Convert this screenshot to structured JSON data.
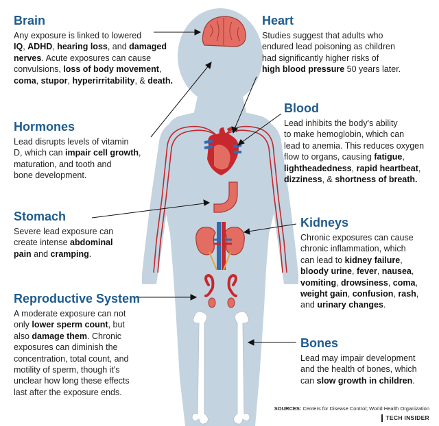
{
  "brain": {
    "title": "Brain",
    "lines": [
      [
        [
          "Any exposure is linked to lowered",
          0
        ]
      ],
      [
        [
          "IQ",
          1
        ],
        [
          ", ",
          0
        ],
        [
          "ADHD",
          1
        ],
        [
          ", ",
          0
        ],
        [
          "hearing loss",
          1
        ],
        [
          ", and ",
          0
        ],
        [
          "damaged",
          1
        ]
      ],
      [
        [
          "nerves",
          1
        ],
        [
          ". Acute exposures can cause",
          0
        ]
      ],
      [
        [
          "convulsions, ",
          0
        ],
        [
          "loss of body movement",
          1
        ],
        [
          ",",
          0
        ]
      ],
      [
        [
          "coma",
          1
        ],
        [
          ", ",
          0
        ],
        [
          "stupor",
          1
        ],
        [
          ", ",
          0
        ],
        [
          "hyperirritability",
          1
        ],
        [
          ", & ",
          0
        ],
        [
          "death.",
          1
        ]
      ]
    ]
  },
  "heart": {
    "title": "Heart",
    "lines": [
      [
        [
          "Studies suggest that adults who",
          0
        ]
      ],
      [
        [
          "endured lead poisoning as children",
          0
        ]
      ],
      [
        [
          "had significantly higher risks of",
          0
        ]
      ],
      [
        [
          "high blood pressure",
          1
        ],
        [
          " 50 years later.",
          0
        ]
      ]
    ]
  },
  "blood": {
    "title": "Blood",
    "lines": [
      [
        [
          "Lead inhibits the body's ability",
          0
        ]
      ],
      [
        [
          "to make hemoglobin, which can",
          0
        ]
      ],
      [
        [
          "lead to anemia. This reduces oxygen",
          0
        ]
      ],
      [
        [
          "flow to organs, causing ",
          0
        ],
        [
          "fatigue",
          1
        ],
        [
          ",",
          0
        ]
      ],
      [
        [
          "lightheadedness",
          1
        ],
        [
          ", ",
          0
        ],
        [
          "rapid heartbeat",
          1
        ],
        [
          ",",
          0
        ]
      ],
      [
        [
          "dizziness",
          1
        ],
        [
          ", & ",
          0
        ],
        [
          "shortness of breath.",
          1
        ]
      ]
    ]
  },
  "hormones": {
    "title": "Hormones",
    "lines": [
      [
        [
          "Lead disrupts levels of vitamin",
          0
        ]
      ],
      [
        [
          "D, which can ",
          0
        ],
        [
          "impair cell growth",
          1
        ],
        [
          ",",
          0
        ]
      ],
      [
        [
          "maturation, and tooth and",
          0
        ]
      ],
      [
        [
          "bone development.",
          0
        ]
      ]
    ]
  },
  "stomach": {
    "title": "Stomach",
    "lines": [
      [
        [
          "Severe lead exposure can",
          0
        ]
      ],
      [
        [
          "create intense ",
          0
        ],
        [
          "abdominal",
          1
        ]
      ],
      [
        [
          "pain",
          1
        ],
        [
          " and ",
          0
        ],
        [
          "cramping",
          1
        ],
        [
          ".",
          0
        ]
      ]
    ]
  },
  "kidneys": {
    "title": "Kidneys",
    "lines": [
      [
        [
          "Chronic exposures can cause",
          0
        ]
      ],
      [
        [
          "chronic inflammation, which",
          0
        ]
      ],
      [
        [
          "can lead to ",
          0
        ],
        [
          "kidney failure",
          1
        ],
        [
          ",",
          0
        ]
      ],
      [
        [
          "bloody urine",
          1
        ],
        [
          ", ",
          0
        ],
        [
          "fever",
          1
        ],
        [
          ", ",
          0
        ],
        [
          "nausea",
          1
        ],
        [
          ",",
          0
        ]
      ],
      [
        [
          "vomiting",
          1
        ],
        [
          ", ",
          0
        ],
        [
          "drowsiness",
          1
        ],
        [
          ", ",
          0
        ],
        [
          "coma",
          1
        ],
        [
          ",",
          0
        ]
      ],
      [
        [
          "weight gain",
          1
        ],
        [
          ", ",
          0
        ],
        [
          "confusion",
          1
        ],
        [
          ", ",
          0
        ],
        [
          "rash",
          1
        ],
        [
          ",",
          0
        ]
      ],
      [
        [
          "and ",
          0
        ],
        [
          "urinary changes",
          1
        ],
        [
          ".",
          0
        ]
      ]
    ]
  },
  "repro": {
    "title": "Reproductive System",
    "lines": [
      [
        [
          "A moderate exposure can not",
          0
        ]
      ],
      [
        [
          "only ",
          0
        ],
        [
          "lower sperm count",
          1
        ],
        [
          ", but",
          0
        ]
      ],
      [
        [
          "also ",
          0
        ],
        [
          "damage them",
          1
        ],
        [
          ". Chronic",
          0
        ]
      ],
      [
        [
          "exposures can diminish the",
          0
        ]
      ],
      [
        [
          "concentration, total count, and",
          0
        ]
      ],
      [
        [
          "motility of sperm, though it's",
          0
        ]
      ],
      [
        [
          "unclear how long these effects",
          0
        ]
      ],
      [
        [
          "last after the exposure ends.",
          0
        ]
      ]
    ]
  },
  "bones": {
    "title": "Bones",
    "lines": [
      [
        [
          "Lead may impair development",
          0
        ]
      ],
      [
        [
          "and the health of bones, which",
          0
        ]
      ],
      [
        [
          "can ",
          0
        ],
        [
          "slow growth in children",
          1
        ],
        [
          ".",
          0
        ]
      ]
    ]
  },
  "footer": {
    "sources_label": "SOURCES:",
    "sources_text": " Centers for Disease Control; World Health Organization",
    "logo": "TECH INSIDER"
  },
  "colors": {
    "title": "#1f5b8e",
    "body_silhouette": "#c4d3e0",
    "vessel": "#c0282c",
    "organ_pink": "#e46d63",
    "organ_red": "#c7282d",
    "vein_blue": "#2f6db3",
    "bone": "#ffffff",
    "arrow": "#111111"
  }
}
